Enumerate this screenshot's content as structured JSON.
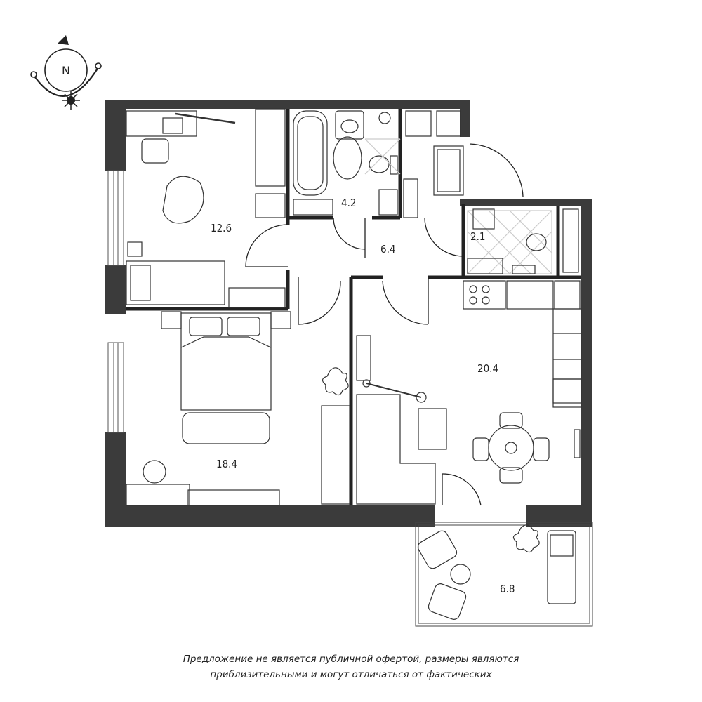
{
  "compass": {
    "north_label": "N"
  },
  "rooms": [
    {
      "id": "bedroom-small",
      "area": "12.6"
    },
    {
      "id": "bathroom",
      "area": "4.2"
    },
    {
      "id": "hallway",
      "area": "6.4"
    },
    {
      "id": "wc",
      "area": "2.1"
    },
    {
      "id": "bedroom-large",
      "area": "18.4"
    },
    {
      "id": "living-kitchen",
      "area": "20.4"
    },
    {
      "id": "balcony",
      "area": "6.8"
    }
  ],
  "disclaimer": {
    "line1": "Предложение не является публичной офертой, размеры являются",
    "line2": "приблизительными и могут отличаться от фактических"
  }
}
